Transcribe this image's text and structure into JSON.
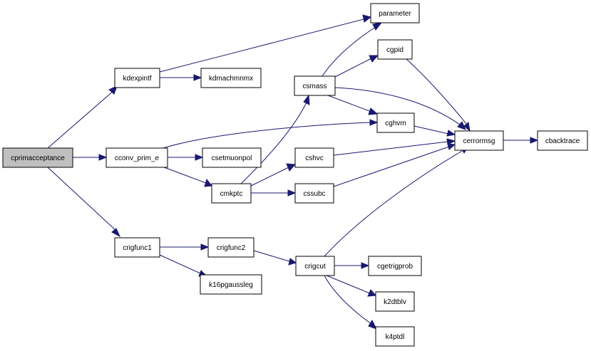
{
  "graph": {
    "colors": {
      "edge": "#191970",
      "node_fill": "#ffffff",
      "root_fill": "#bfbfbf",
      "border": "#000000"
    },
    "root": "cprimacceptance",
    "nodes": [
      {
        "id": "cprimacceptance",
        "label": "cprimacceptance"
      },
      {
        "id": "kdexpintf",
        "label": "kdexpintf"
      },
      {
        "id": "cconv_prim_e",
        "label": "cconv_prim_e"
      },
      {
        "id": "crigfunc1",
        "label": "crigfunc1"
      },
      {
        "id": "parameter",
        "label": "parameter"
      },
      {
        "id": "kdmachmnmx",
        "label": "kdmachmnmx"
      },
      {
        "id": "cghvm",
        "label": "cghvm"
      },
      {
        "id": "csetmuonpol",
        "label": "csetmuonpol"
      },
      {
        "id": "cmkptc",
        "label": "cmkptc"
      },
      {
        "id": "csmass",
        "label": "csmass"
      },
      {
        "id": "cgpid",
        "label": "cgpid"
      },
      {
        "id": "cerrormsg",
        "label": "cerrormsg"
      },
      {
        "id": "cbacktrace",
        "label": "cbacktrace"
      },
      {
        "id": "cshvc",
        "label": "cshvc"
      },
      {
        "id": "cssubc",
        "label": "cssubc"
      },
      {
        "id": "crigfunc2",
        "label": "crigfunc2"
      },
      {
        "id": "k16pgaussleg",
        "label": "k16pgaussleg"
      },
      {
        "id": "crigcut",
        "label": "crigcut"
      },
      {
        "id": "cgetrigprob",
        "label": "cgetrigprob"
      },
      {
        "id": "k2dtblv",
        "label": "k2dtblv"
      },
      {
        "id": "k4ptdl",
        "label": "k4ptdl"
      }
    ],
    "edges": [
      {
        "from": "cprimacceptance",
        "to": "kdexpintf"
      },
      {
        "from": "cprimacceptance",
        "to": "cconv_prim_e"
      },
      {
        "from": "cprimacceptance",
        "to": "crigfunc1"
      },
      {
        "from": "kdexpintf",
        "to": "parameter"
      },
      {
        "from": "kdexpintf",
        "to": "kdmachmnmx"
      },
      {
        "from": "cconv_prim_e",
        "to": "cghvm"
      },
      {
        "from": "cconv_prim_e",
        "to": "csetmuonpol"
      },
      {
        "from": "cconv_prim_e",
        "to": "cmkptc"
      },
      {
        "from": "cmkptc",
        "to": "csmass"
      },
      {
        "from": "cmkptc",
        "to": "cshvc"
      },
      {
        "from": "cmkptc",
        "to": "cssubc"
      },
      {
        "from": "csmass",
        "to": "parameter"
      },
      {
        "from": "csmass",
        "to": "cgpid"
      },
      {
        "from": "csmass",
        "to": "cerrormsg"
      },
      {
        "from": "csmass",
        "to": "cghvm"
      },
      {
        "from": "cgpid",
        "to": "cerrormsg"
      },
      {
        "from": "cghvm",
        "to": "cerrormsg"
      },
      {
        "from": "cshvc",
        "to": "cerrormsg"
      },
      {
        "from": "cssubc",
        "to": "cerrormsg"
      },
      {
        "from": "cerrormsg",
        "to": "cbacktrace"
      },
      {
        "from": "crigfunc1",
        "to": "crigfunc2"
      },
      {
        "from": "crigfunc1",
        "to": "k16pgaussleg"
      },
      {
        "from": "crigfunc2",
        "to": "crigcut"
      },
      {
        "from": "crigcut",
        "to": "cerrormsg"
      },
      {
        "from": "crigcut",
        "to": "cgetrigprob"
      },
      {
        "from": "crigcut",
        "to": "k2dtblv"
      },
      {
        "from": "crigcut",
        "to": "k4ptdl"
      }
    ]
  }
}
